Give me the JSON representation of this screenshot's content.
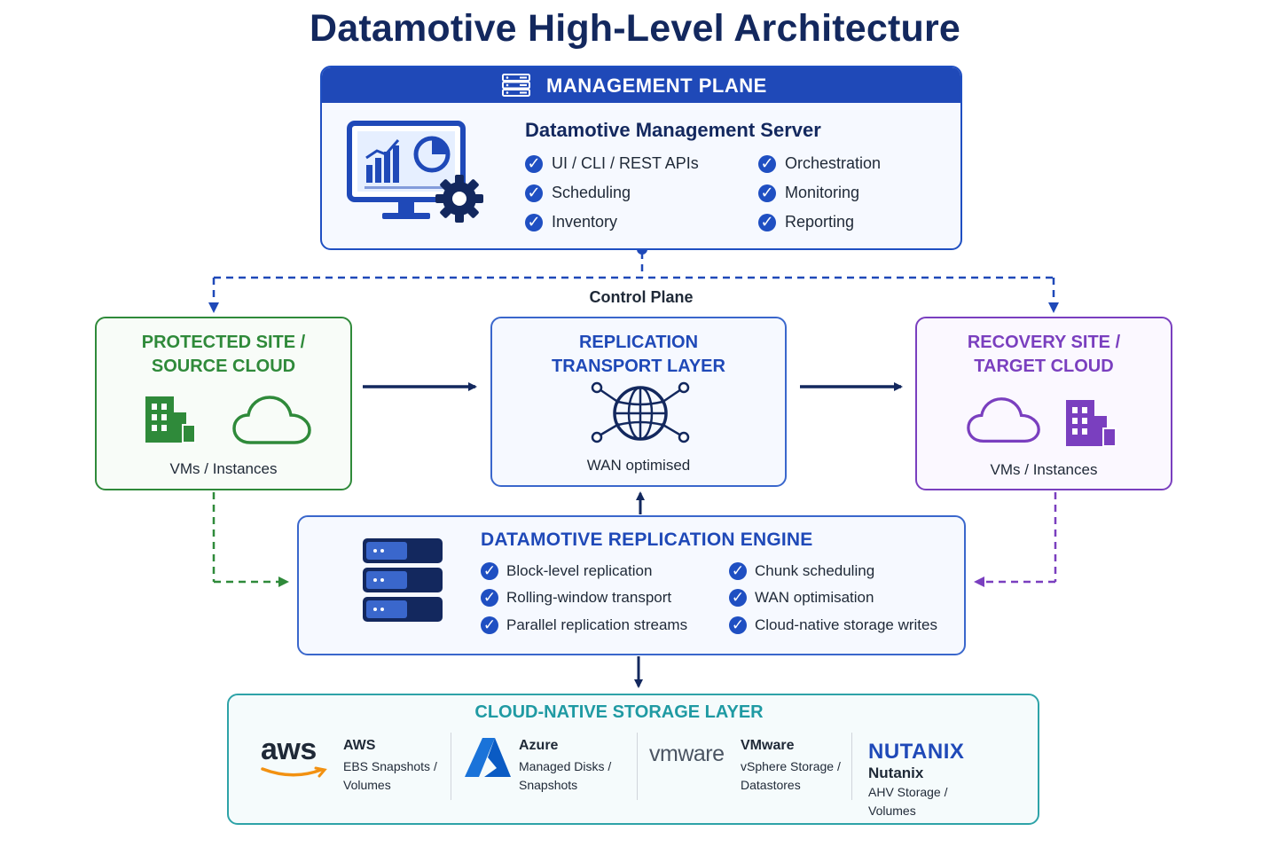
{
  "title": "Datamotive High-Level Architecture",
  "management_plane": {
    "header": "MANAGEMENT PLANE",
    "server_title": "Datamotive Management Server",
    "features_left": [
      "UI / CLI / REST APIs",
      "Scheduling",
      "Inventory"
    ],
    "features_right": [
      "Orchestration",
      "Monitoring",
      "Reporting"
    ]
  },
  "control_plane_label": "Control Plane",
  "protected_site": {
    "title_line1": "PROTECTED SITE /",
    "title_line2": "SOURCE CLOUD",
    "subtitle": "VMs / Instances"
  },
  "transport_layer": {
    "title_line1": "REPLICATION",
    "title_line2": "TRANSPORT LAYER",
    "subtitle": "WAN optimised"
  },
  "recovery_site": {
    "title_line1": "RECOVERY SITE /",
    "title_line2": "TARGET CLOUD",
    "subtitle": "VMs / Instances"
  },
  "replication_engine": {
    "title": "DATAMOTIVE REPLICATION ENGINE",
    "features_left": [
      "Block-level replication",
      "Rolling-window transport",
      "Parallel replication streams"
    ],
    "features_right": [
      "Chunk scheduling",
      "WAN optimisation",
      "Cloud-native storage writes"
    ]
  },
  "storage_layer": {
    "title": "CLOUD-NATIVE STORAGE LAYER",
    "providers": [
      {
        "logo": "aws",
        "name": "AWS",
        "desc_line1": "EBS Snapshots /",
        "desc_line2": "Volumes"
      },
      {
        "logo": "",
        "name": "Azure",
        "desc_line1": "Managed Disks /",
        "desc_line2": "Snapshots"
      },
      {
        "logo": "vmware",
        "name": "VMware",
        "desc_line1": "vSphere Storage /",
        "desc_line2": "Datastores"
      },
      {
        "logo": "NUTANIX",
        "name": "Nutanix",
        "desc_line1": "AHV Storage /",
        "desc_line2": "Volumes"
      }
    ]
  },
  "colors": {
    "navy": "#13285e",
    "blue": "#1f49b8",
    "green": "#2f8a3a",
    "purple": "#7a3fbf",
    "teal": "#1f9aa3"
  },
  "icons": [
    "server-rack-icon",
    "dashboard-monitor-icon",
    "gear-icon",
    "check-icon",
    "building-icon",
    "cloud-icon",
    "globe-network-icon",
    "server-stack-icon",
    "azure-logo-icon"
  ]
}
